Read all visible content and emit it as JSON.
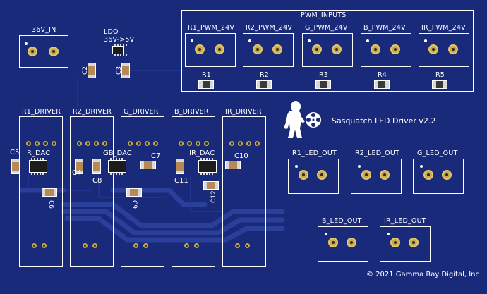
{
  "board": {
    "background": "#1a2a7a",
    "silkscreen": "#ffffff",
    "pad": "#c9a94a"
  },
  "power": {
    "jack_label": "36V_IN",
    "ldo_label": "LDO",
    "ldo_note": "36V->5V",
    "c2": "C2",
    "c3": "C3"
  },
  "pwm": {
    "group_label": "PWM_INPUTS",
    "inputs": [
      {
        "label": "R1_PWM_24V",
        "resistor": "R1"
      },
      {
        "label": "R2_PWM_24V",
        "resistor": "R2"
      },
      {
        "label": "G_PWM_24V",
        "resistor": "R3"
      },
      {
        "label": "B_PWM_24V",
        "resistor": "R4"
      },
      {
        "label": "IR_PWM_24V",
        "resistor": "R5"
      }
    ]
  },
  "drivers": [
    {
      "label": "R1_DRIVER"
    },
    {
      "label": "R2_DRIVER"
    },
    {
      "label": "G_DRIVER"
    },
    {
      "label": "B_DRIVER"
    },
    {
      "label": "IR_DRIVER"
    }
  ],
  "dacs": {
    "r": "R_DAC",
    "gb": "GB_DAC",
    "ir": "IR_DAC"
  },
  "caps": {
    "c4": "C4",
    "c5": "C5",
    "c6": "C6",
    "c7": "C7",
    "c8": "C8",
    "c9": "C9",
    "c10": "C10",
    "c11": "C11",
    "c12": "C12"
  },
  "logo": {
    "icon": "sasquatch-icon",
    "wheel": "film-reel-icon",
    "title": "Sasquatch LED Driver v2.2"
  },
  "outputs": [
    {
      "label": "R1_LED_OUT"
    },
    {
      "label": "R2_LED_OUT"
    },
    {
      "label": "G_LED_OUT"
    },
    {
      "label": "B_LED_OUT"
    },
    {
      "label": "IR_LED_OUT"
    }
  ],
  "copyright": "© 2021 Gamma Ray Digital, Inc"
}
